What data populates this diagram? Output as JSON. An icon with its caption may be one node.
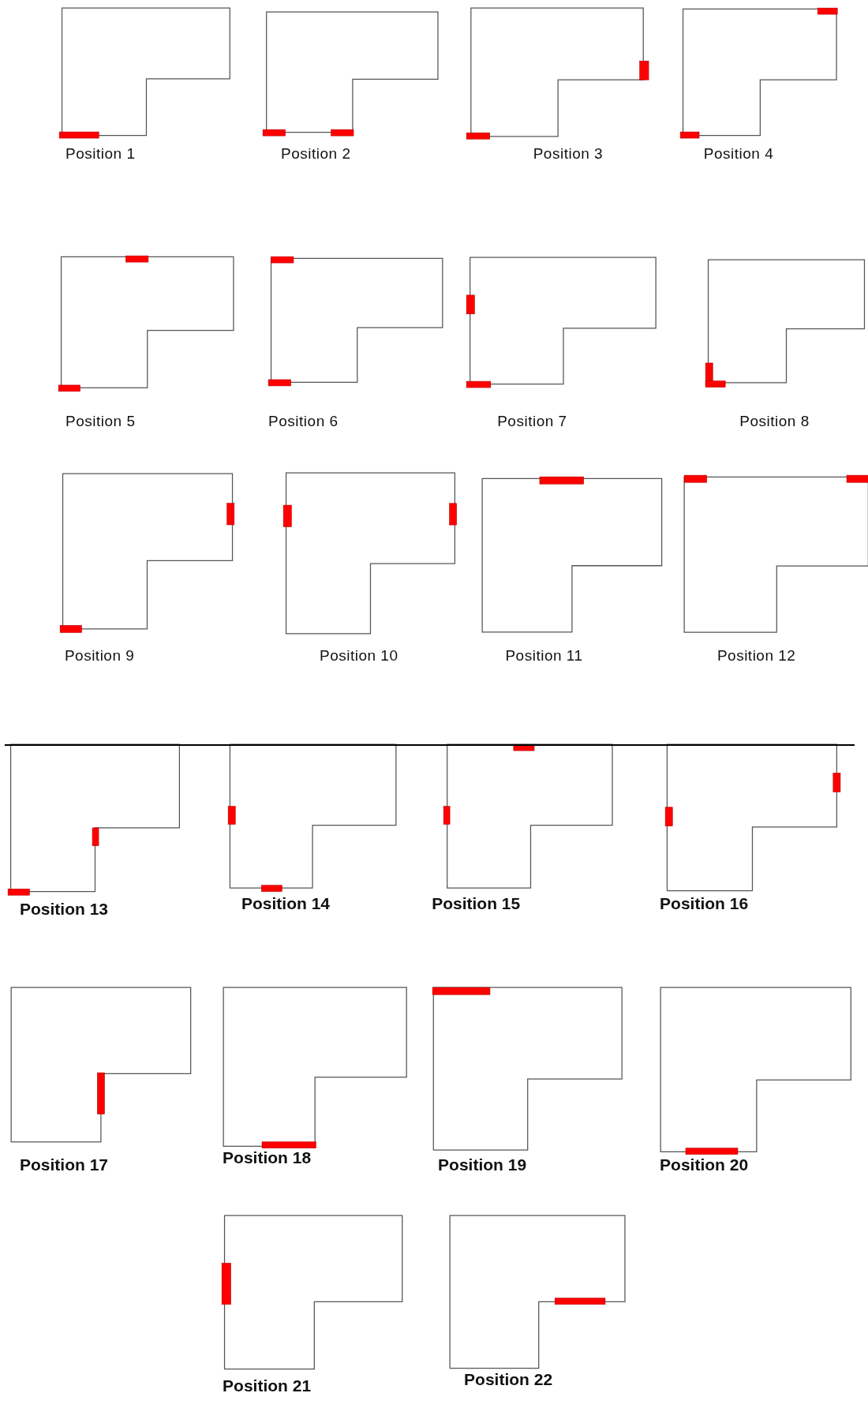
{
  "diagram": {
    "labels": [
      "Position 1",
      "Position 2",
      "Position 3",
      "Position 4",
      "Position 5",
      "Position 6",
      "Position 7",
      "Position 8",
      "Position 9",
      "Position 10",
      "Position 11",
      "Position 12",
      "Position 13",
      "Position 14",
      "Position 15",
      "Position 16",
      "Position 17",
      "Position 18",
      "Position 19",
      "Position 20",
      "Position 21",
      "Position 22"
    ]
  }
}
